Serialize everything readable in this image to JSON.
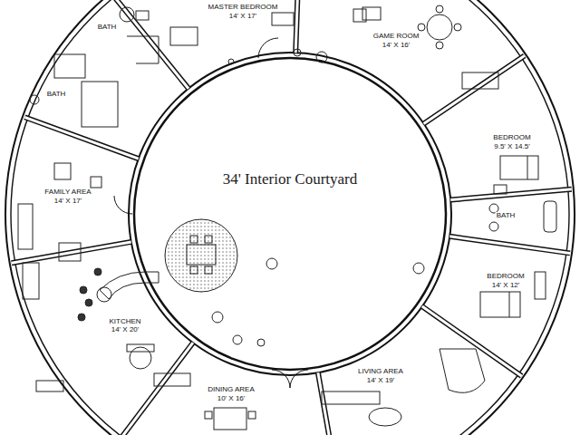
{
  "diagram": {
    "labels": [
      "BATH",
      "MASTER BEDROOM",
      "14' X 17'",
      "GAME ROOM",
      "14' X 16'",
      "BATH",
      "BEDROOM",
      "9.5' X 14.5'",
      "FAMILY AREA",
      "14' X 17'",
      "34' Interior Courtyard",
      "BATH",
      "BEDROOM",
      "14' X 12'",
      "KITCHEN",
      "14' X 20'",
      "LIVING AREA",
      "14' X 19'",
      "DINING AREA",
      "10' X 16'"
    ]
  }
}
